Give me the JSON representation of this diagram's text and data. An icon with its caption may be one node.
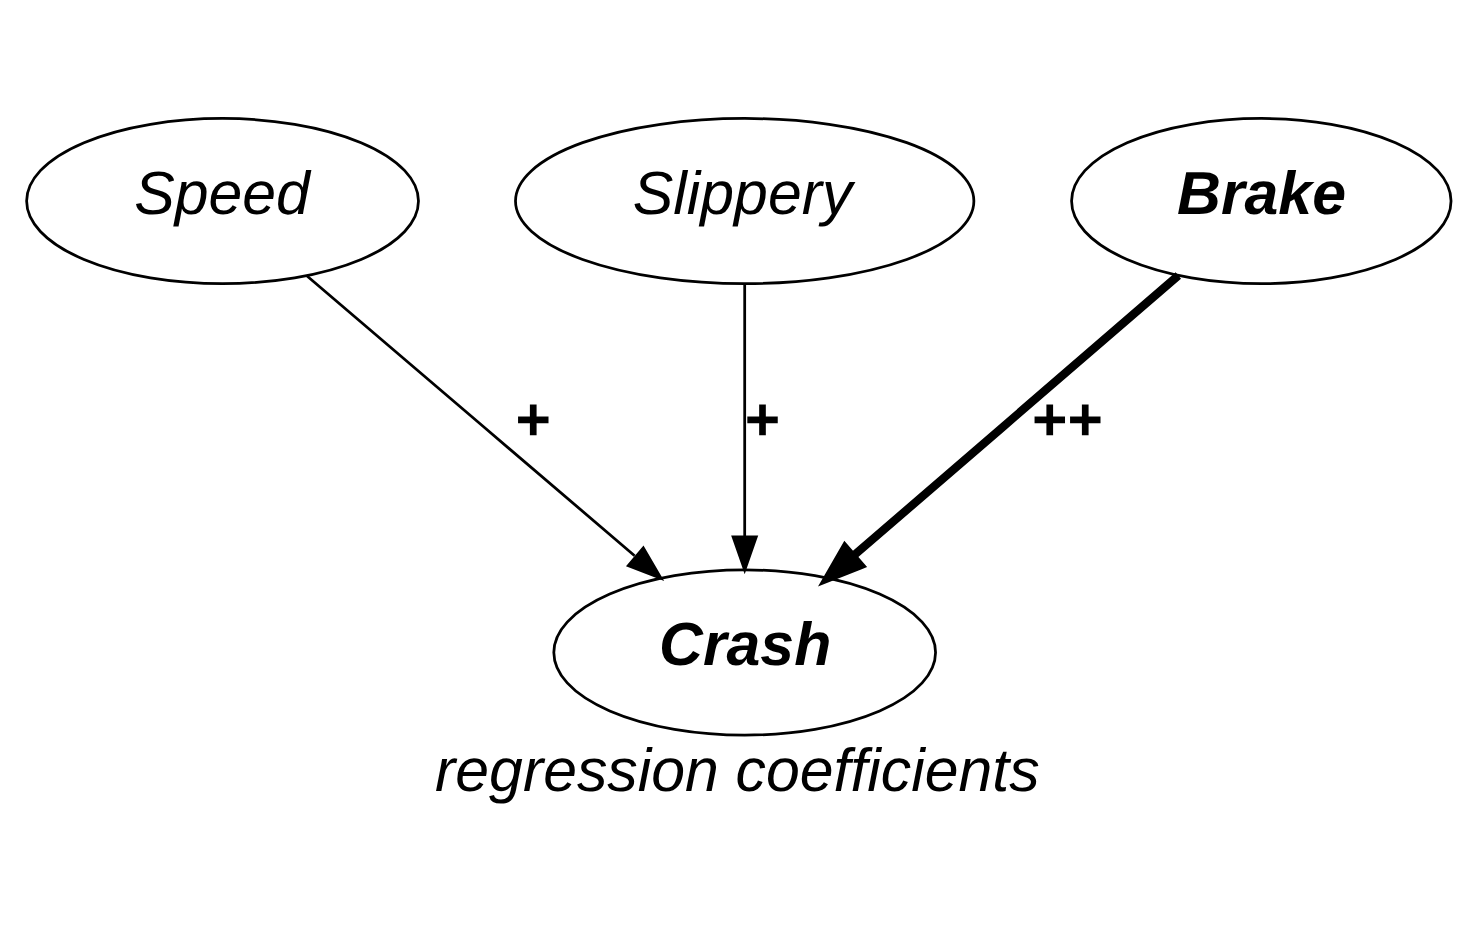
{
  "diagram": {
    "caption": "regression coefficients",
    "nodes": [
      {
        "text": [
          "Speed"
        ]
      },
      {
        "text": [
          "Slippery"
        ]
      },
      {
        "text": [
          "Brake"
        ]
      },
      {
        "text": [
          "Crash"
        ]
      }
    ],
    "edges": [
      {
        "from": 0,
        "to": 3,
        "arrow": "to",
        "label": "+"
      },
      {
        "from": 1,
        "to": 3,
        "arrow": "to",
        "label": "+"
      },
      {
        "from": 2,
        "to": 3,
        "arrow": "to",
        "label": "++",
        "style": "thick"
      }
    ]
  }
}
